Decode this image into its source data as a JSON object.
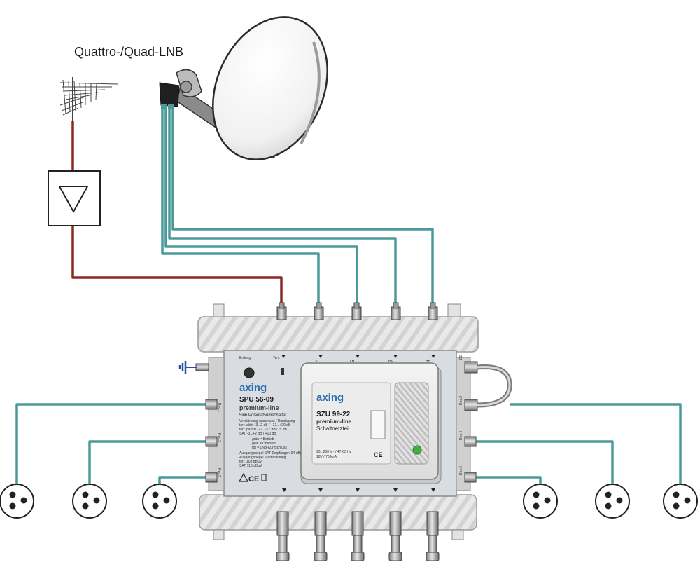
{
  "lnb_label": "Quattro-/Quad-LNB",
  "colors": {
    "cable_teal": "#4b9a9a",
    "cable_red": "#8b2a22",
    "housing": "#e6e6e6",
    "panel": "#d8dde2",
    "axing_blue": "#2e6fb0",
    "led_green": "#3fb13f",
    "ground_blue": "#2a4f9a"
  },
  "input_ports": [
    "LV",
    "LH",
    "HV",
    "HH"
  ],
  "extra_port_labels": [
    "Terr.",
    "Erdung"
  ],
  "multiswitch": {
    "brand": "axing",
    "model": "SPU 56-09",
    "line": "premium-line",
    "subtitle": "5in6 Polaritätsumschalter",
    "spec_lines": [
      "Verstärkung Anschluss / Durchgang",
      "terr. aktiv   -3...2 dB  / +12...+20 dB",
      "terr. passiv  -22...-17 dB / -5 dB",
      "SAT           -3...+2 dB  / +10 dB"
    ],
    "legend_lines": [
      "grün = Betrieb",
      "gelb = Überlast",
      "rot = LNB-Kurzschluss"
    ],
    "output_lines": [
      "Ausgangspegel SAT Empfänger: 94 dBµV",
      "Ausgangspegel Stammleitung",
      "terr. 103 dBµV",
      "SAT 110 dBµV"
    ],
    "left_ports": [
      "Rec.1",
      "Rec.3",
      "Rec.5"
    ],
    "right_ports": [
      "DC",
      "Rec.2",
      "Rec.4",
      "Rec.6"
    ]
  },
  "power_supply": {
    "brand": "axing",
    "model": "SZU 99-22",
    "line": "premium-line",
    "subtitle": "Schaltnetzteil",
    "rating1": "90...250 V~ / 47-63 Hz",
    "rating2": "18V / 700mA",
    "marks": "CE"
  },
  "ce_mark": "CE"
}
